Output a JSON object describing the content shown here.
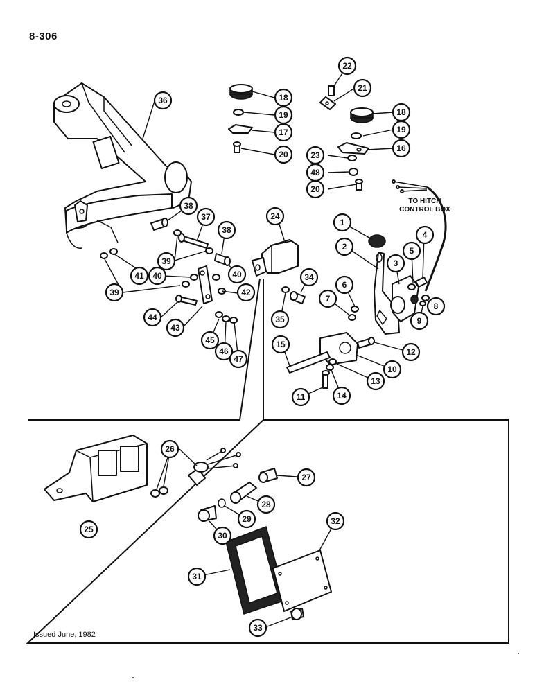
{
  "page_number": "8-306",
  "note_hitch": [
    "TO HITCH",
    "CONTROL BOX"
  ],
  "issued": "Issued June, 1982",
  "callouts": [
    "1",
    "2",
    "3",
    "4",
    "5",
    "6",
    "7",
    "8",
    "9",
    "10",
    "11",
    "12",
    "13",
    "14",
    "15",
    "16",
    "17",
    "18",
    "18",
    "19",
    "19",
    "20",
    "20",
    "21",
    "22",
    "23",
    "24",
    "25",
    "26",
    "27",
    "28",
    "29",
    "30",
    "31",
    "32",
    "33",
    "34",
    "35",
    "36",
    "37",
    "38",
    "38",
    "39",
    "39",
    "39",
    "40",
    "40",
    "41",
    "42",
    "43",
    "44",
    "45",
    "46",
    "47",
    "48"
  ]
}
